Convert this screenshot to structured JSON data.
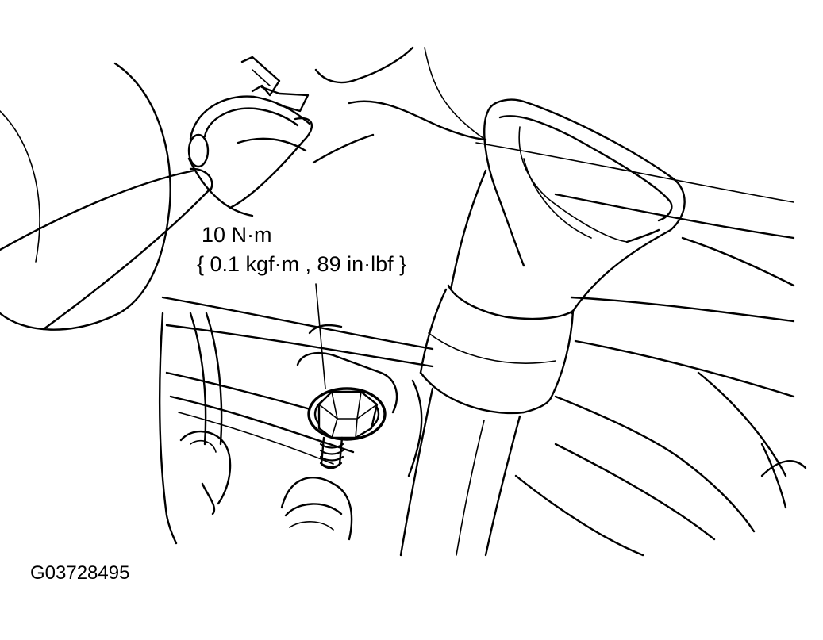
{
  "torque_spec": {
    "value_nm": "10 N·m",
    "conversions": "{ 0.1 kgf·m , 89 in·lbf }"
  },
  "figure_id": "G03728495",
  "colors": {
    "line": "#000000",
    "background": "#ffffff"
  }
}
